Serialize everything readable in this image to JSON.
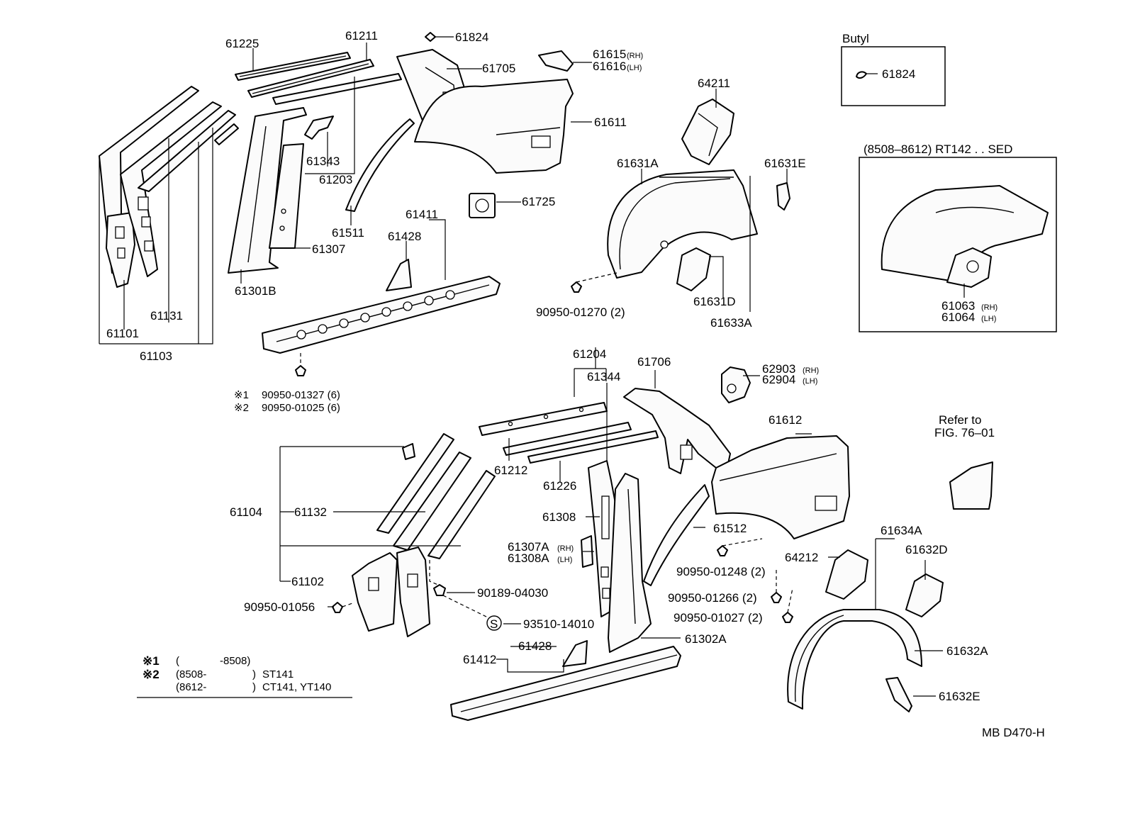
{
  "labels": {
    "p61225": "61225",
    "p61211": "61211",
    "p61824": "61824",
    "p61705": "61705",
    "p61615": "61615",
    "p61615_side": "(RH)",
    "p61616": "61616",
    "p61616_side": "(LH)",
    "p61611": "61611",
    "p61343": "61343",
    "p61203": "61203",
    "p61511": "61511",
    "p61725": "61725",
    "p61307": "61307",
    "p61301B": "61301B",
    "p61411": "61411",
    "p61428_top": "61428",
    "p61131": "61131",
    "p61101": "61101",
    "p61103": "61103",
    "p64211": "64211",
    "p61631A": "61631A",
    "p61631E": "61631E",
    "p61631D": "61631D",
    "p61633A": "61633A",
    "p90950_01270": "90950-01270 (2)",
    "p61204": "61204",
    "p61344": "61344",
    "p61706": "61706",
    "p62903": "62903",
    "p62903_side": "(RH)",
    "p62904": "62904",
    "p62904_side": "(LH)",
    "p61612": "61612",
    "p61104": "61104",
    "p61132": "61132",
    "p61212": "61212",
    "p61226": "61226",
    "p61308": "61308",
    "p61512": "61512",
    "p61307A": "61307A",
    "p61307A_side": "(RH)",
    "p61308A": "61308A",
    "p61308A_side": "(LH)",
    "p61102": "61102",
    "p90189_04030": "90189-04030",
    "p90950_01056": "90950-01056",
    "p93510_14010": "93510-14010",
    "p90950_01248": "90950-01248 (2)",
    "p90950_01266": "90950-01266 (2)",
    "p90950_01027": "90950-01027 (2)",
    "p64212": "64212",
    "p61634A": "61634A",
    "p61632D": "61632D",
    "p61632A": "61632A",
    "p61632E": "61632E",
    "p61412": "61412",
    "p61428_bot": "61428",
    "p61302A": "61302A",
    "s_symbol": "S"
  },
  "notes": {
    "n1_mark": "※1",
    "n1_text": "90950-01327 (6)",
    "n2_mark": "※2",
    "n2_text": "90950-01025 (6)"
  },
  "legend": {
    "l1_mark": "※1",
    "l1_paren": "(",
    "l1_range": "-8508)",
    "l2_mark": "※2",
    "l2_range": "(8508-",
    "l2_paren": ")",
    "l2_model": "ST141",
    "l3_range": "(8612-",
    "l3_paren": ")",
    "l3_model": "CT141, YT140"
  },
  "butyl_box": {
    "title": "Butyl",
    "part": "61824"
  },
  "sedan_box": {
    "title": "(8508–8612) RT142 . . SED",
    "part_rh": "61063",
    "part_rh_side": "(RH)",
    "part_lh": "61064",
    "part_lh_side": "(LH)"
  },
  "refer": {
    "line1": "Refer to",
    "line2": "FIG. 76–01"
  },
  "drawing_code": "MB D470-H"
}
